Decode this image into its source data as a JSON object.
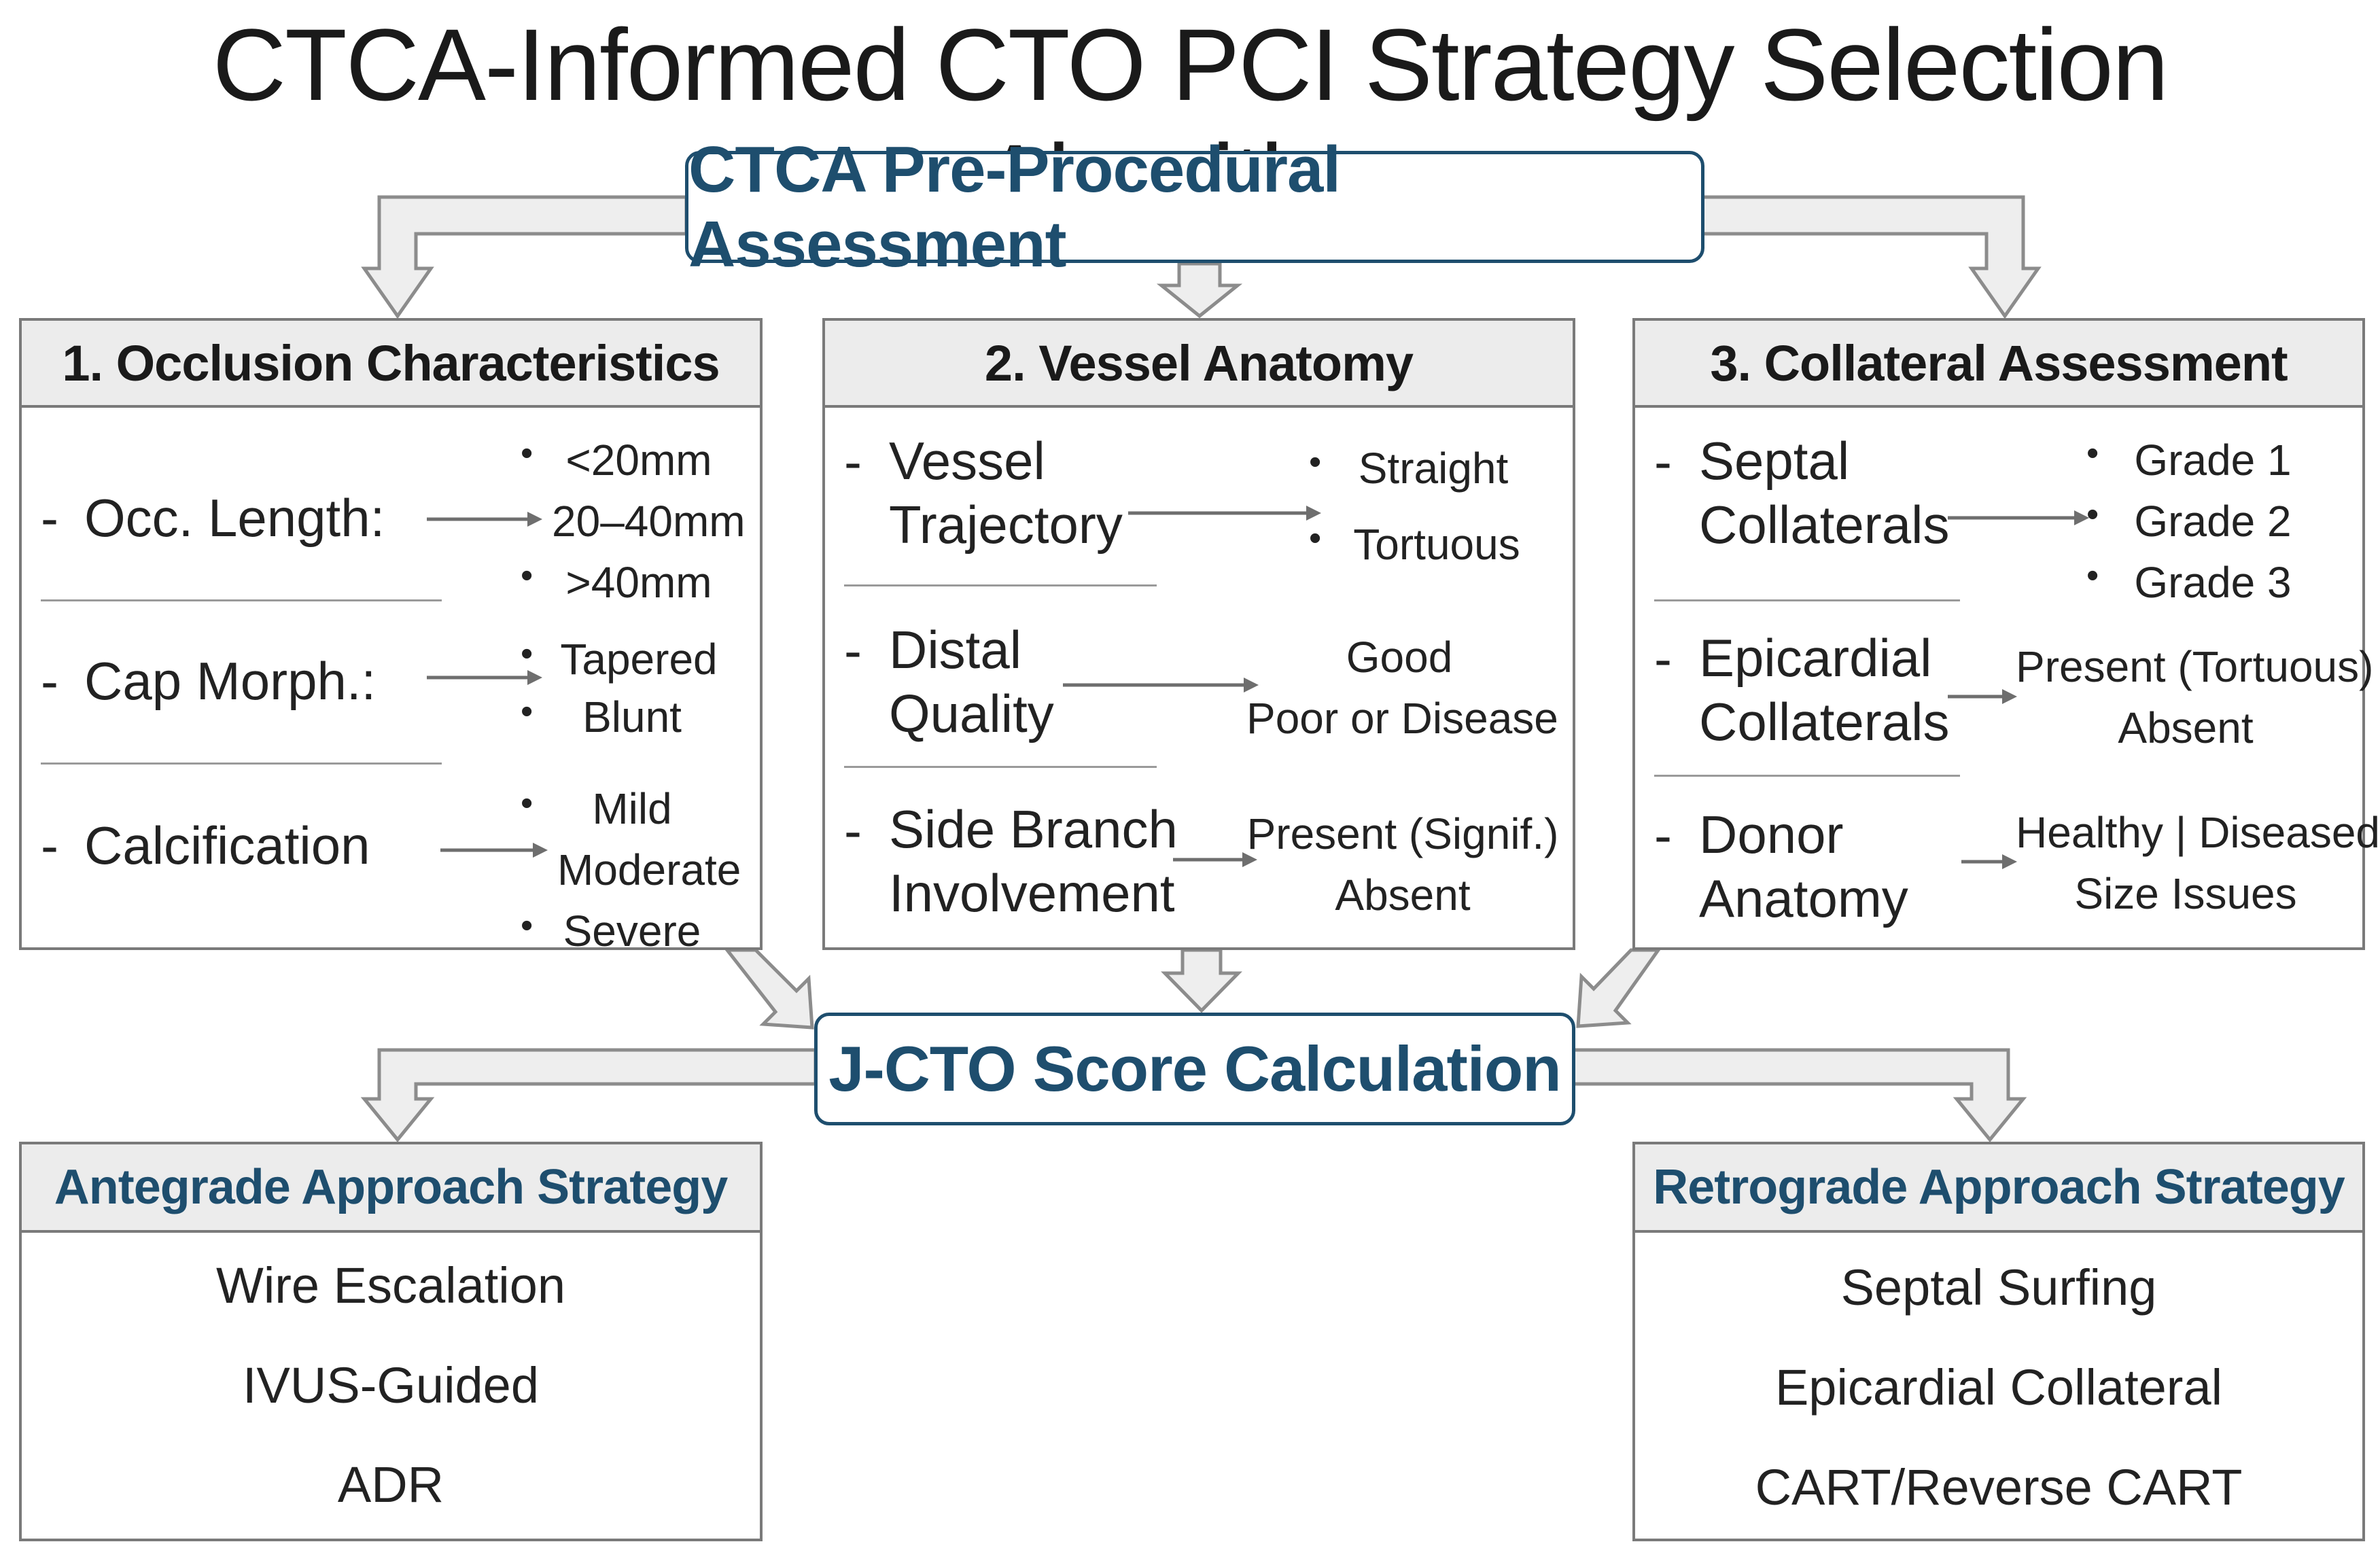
{
  "title": "CTCA-Informed CTO PCI Strategy Selection Algorithm",
  "assessment": {
    "label": "CTCA Pre-Procedural Assessment"
  },
  "jcto": {
    "label": "J-CTO Score Calculation"
  },
  "colors": {
    "accent": "#1e4e6e",
    "border": "#7a7a7a",
    "header_bg": "#ececec",
    "arrow_fill": "#eeeeee",
    "arrow_stroke": "#8c8c8c"
  },
  "box1": {
    "heading": "1. Occlusion Characteristics",
    "rows": [
      {
        "dash": "-",
        "label": "Occ. Length:",
        "options": [
          "<20mm",
          "20–40mm",
          ">40mm"
        ]
      },
      {
        "dash": "-",
        "label": "Cap Morph.:",
        "options": [
          "Tapered",
          "Blunt"
        ]
      },
      {
        "dash": "-",
        "label": "Calcification",
        "options": [
          "Mild",
          "Moderate",
          "Severe"
        ]
      }
    ]
  },
  "box2": {
    "heading": "2. Vessel Anatomy",
    "rows": [
      {
        "dash": "-",
        "label_lines": [
          "Vessel",
          "Trajectory"
        ],
        "options": [
          "Straight",
          "Tortuous"
        ]
      },
      {
        "dash": "-",
        "label_lines": [
          "Distal",
          "Quality"
        ],
        "options": [
          "Good",
          "Poor or Disease"
        ]
      },
      {
        "dash": "-",
        "label_lines": [
          "Side Branch",
          "Involvement"
        ],
        "options": [
          "Present (Signif.)",
          "Absent"
        ]
      }
    ]
  },
  "box3": {
    "heading": "3. Collateral Assessment",
    "rows": [
      {
        "dash": "-",
        "label_lines": [
          "Septal",
          "Collaterals"
        ],
        "options": [
          "Grade 1",
          "Grade 2",
          "Grade 3"
        ]
      },
      {
        "dash": "-",
        "label_lines": [
          "Epicardial",
          "Collaterals"
        ],
        "options": [
          "Present (Tortuous)",
          "Absent"
        ]
      },
      {
        "dash": "-",
        "label_lines": [
          "Donor",
          "Anatomy"
        ],
        "options": [
          "Healthy | Diseased",
          "Size Issues"
        ]
      }
    ]
  },
  "antegrade": {
    "heading": "Antegrade Approach Strategy",
    "items": [
      "Wire Escalation",
      "IVUS-Guided",
      "ADR"
    ]
  },
  "retrograde": {
    "heading": "Retrograde Approach Strategy",
    "items": [
      "Septal Surfing",
      "Epicardial Collateral",
      "CART/Reverse CART"
    ]
  },
  "bullet": "•"
}
